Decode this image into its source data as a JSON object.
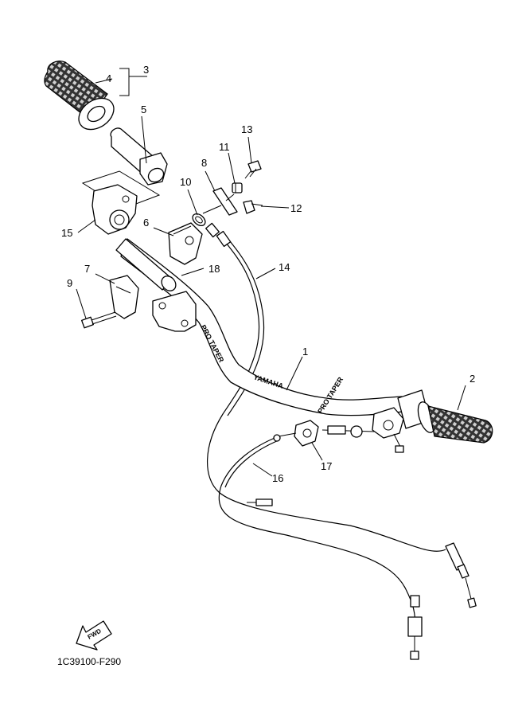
{
  "diagram": {
    "callouts": [
      {
        "id": "c1",
        "text": "1"
      },
      {
        "id": "c2",
        "text": "2"
      },
      {
        "id": "c3",
        "text": "3"
      },
      {
        "id": "c4",
        "text": "4"
      },
      {
        "id": "c5",
        "text": "5"
      },
      {
        "id": "c6",
        "text": "6"
      },
      {
        "id": "c7",
        "text": "7"
      },
      {
        "id": "c8",
        "text": "8"
      },
      {
        "id": "c9",
        "text": "9"
      },
      {
        "id": "c10",
        "text": "10"
      },
      {
        "id": "c11",
        "text": "11"
      },
      {
        "id": "c12",
        "text": "12"
      },
      {
        "id": "c13",
        "text": "13"
      },
      {
        "id": "c14",
        "text": "14"
      },
      {
        "id": "c15",
        "text": "15"
      },
      {
        "id": "c16",
        "text": "16"
      },
      {
        "id": "c17",
        "text": "17"
      },
      {
        "id": "c18",
        "text": "18"
      }
    ],
    "handlebar_text_1": "PRO TAPER",
    "handlebar_text_2": "YAMAHA",
    "handlebar_text_3": "PRO TAPER",
    "fwd_label": "FWD",
    "figure_code": "1C39100-F290"
  }
}
